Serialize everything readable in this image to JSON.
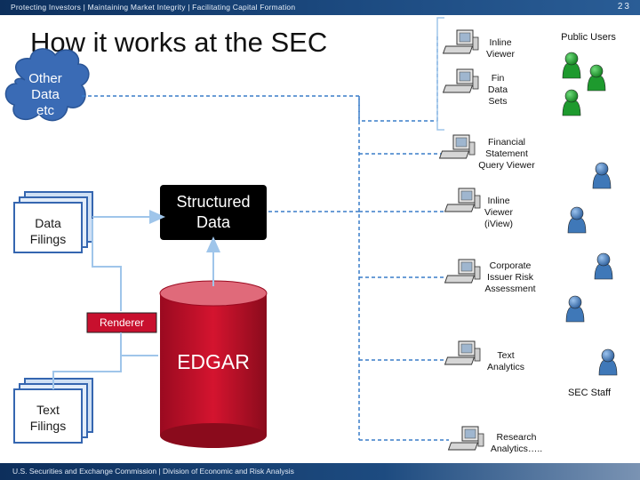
{
  "header": {
    "tagline": "Protecting Investors | Maintaining Market Integrity | Facilitating Capital Formation",
    "page_number": "23"
  },
  "footer": {
    "text": "U.S. Securities and Exchange Commission | Division of Economic and Risk Analysis"
  },
  "title": "How it works at the SEC",
  "sources": {
    "other_data": "Other\nData\netc",
    "data_filings": "Data\nFilings",
    "text_filings": "Text\nFilings",
    "structured_data": "Structured\nData",
    "renderer": "Renderer",
    "edgar": "EDGAR"
  },
  "tools": [
    {
      "label": "Inline\nViewer"
    },
    {
      "label": "Fin\nData\nSets"
    },
    {
      "label": "Financial\nStatement\nQuery Viewer"
    },
    {
      "label": "Inline\nViewer\n(iView)"
    },
    {
      "label": "Corporate\nIssuer Risk\nAssessment"
    },
    {
      "label": "Text\nAnalytics"
    },
    {
      "label": "Research\nAnalytics….."
    }
  ],
  "users": {
    "public_label": "Public Users",
    "staff_label": "SEC Staff"
  },
  "colors": {
    "public_user": "#1e9a2e",
    "staff_user": "#3f78b8",
    "edgar": "#c8102e",
    "connector": "#3a7dc9",
    "source_box": "#3566b0",
    "structured": "#000000"
  }
}
